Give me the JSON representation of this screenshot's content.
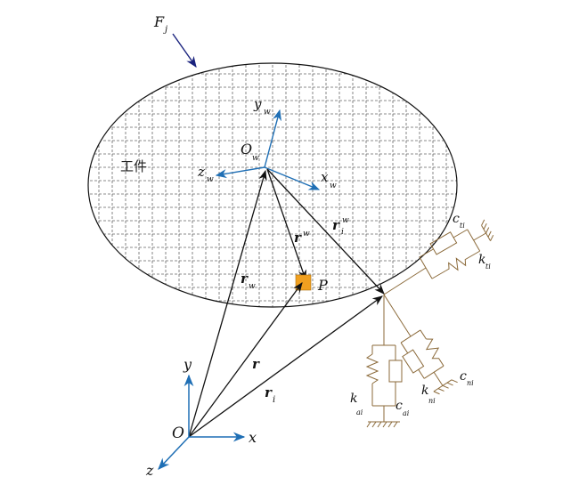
{
  "labels": {
    "frame": "F",
    "frame_sub": "j",
    "workpiece": "工件",
    "origin_w": "O",
    "origin_w_sub": "w",
    "axis_yw": "y",
    "axis_yw_sub": "w",
    "axis_xw": "x",
    "axis_xw_sub": "w",
    "axis_zw": "z",
    "axis_zw_sub": "w",
    "vec_rw": "r",
    "vec_rw_sub": "w",
    "vec_rw_p": "r",
    "vec_rw_p_sup": "w",
    "vec_ri_w": "r",
    "vec_ri_w_sup": "w",
    "vec_ri_w_sub": "i",
    "point_p": "P",
    "origin": "O",
    "axis_x": "x",
    "axis_y": "y",
    "axis_z": "z",
    "vec_r": "r",
    "vec_ri": "r",
    "vec_ri_sub": "i",
    "c_ti": "c",
    "c_ti_sub": "ti",
    "k_ti": "k",
    "k_ti_sub": "ti",
    "k_ai": "k",
    "k_ai_sub": "ai",
    "c_ai": "c",
    "c_ai_sub": "ai",
    "k_ni": "k",
    "k_ni_sub": "ni",
    "c_ni": "c",
    "c_ni_sub": "ni"
  },
  "colors": {
    "ink": "#111111",
    "axis_blue": "#1f6fb5",
    "arrow_navy": "#1a237e",
    "spring_brown": "#8b6a3a",
    "point_orange": "#f0a020"
  }
}
